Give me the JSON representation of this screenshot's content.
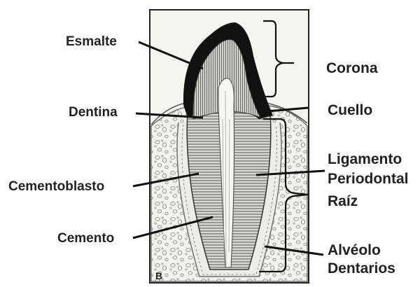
{
  "diagram": {
    "panel_letter": "B",
    "labels": {
      "esmalte": "Esmalte",
      "dentina": "Dentina",
      "cementoblasto": "Cementoblasto",
      "cemento": "Cemento",
      "corona": "Corona",
      "cuello": "Cuello",
      "ligamento_line1": "Ligamento",
      "ligamento_line2": "Periodontal",
      "raiz": "Raíz",
      "alveolo_line1": "Alvéolo",
      "alveolo_line2": "Dentarios"
    }
  }
}
